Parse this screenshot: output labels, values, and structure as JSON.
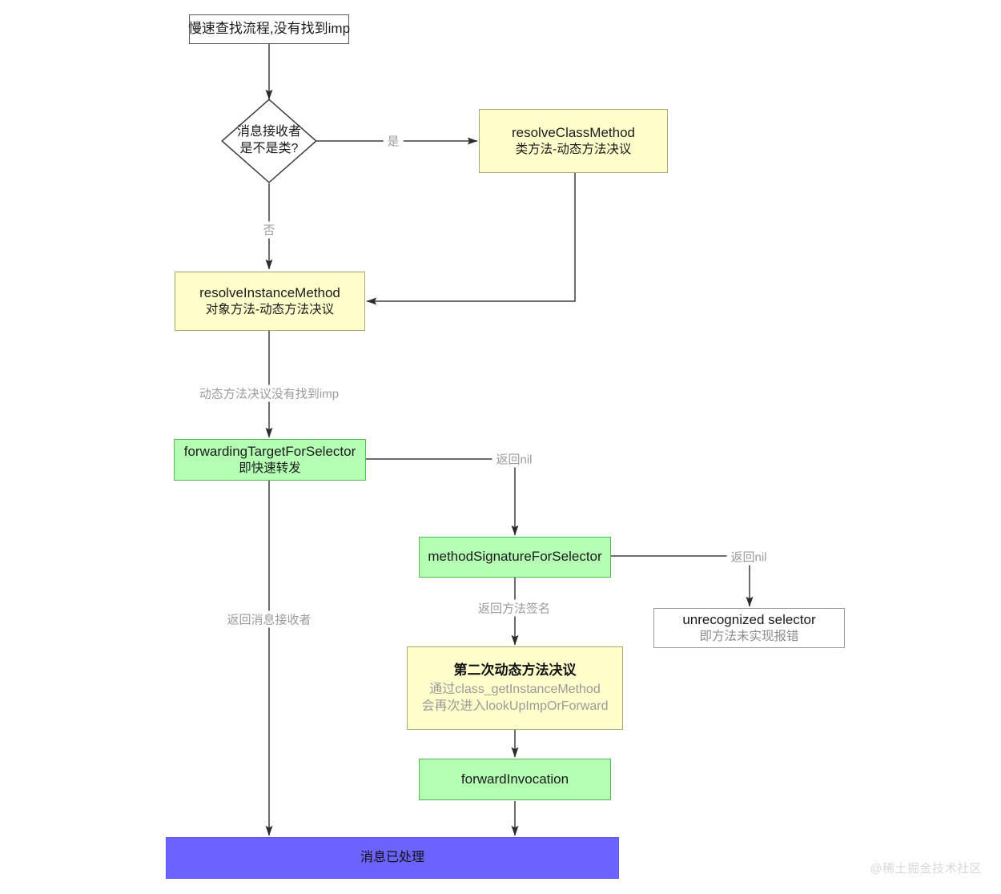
{
  "diagram": {
    "type": "flowchart",
    "title_node": {
      "label": "慢速查找流程,没有找到imp"
    },
    "watermark": "@稀土掘金技术社区",
    "colors": {
      "yellow_fill": "#ffffcc",
      "yellow_border": "#a9a96a",
      "green_fill": "#b4ffb4",
      "green_border": "#57b857",
      "blue_fill": "#6c63ff",
      "plain_fill": "#ffffff",
      "plain_border": "#5a5a5a",
      "edge_stroke": "#3c3c3c",
      "edge_label_color": "#9b9b9b"
    },
    "nodes": [
      {
        "id": "start",
        "shape": "rect",
        "style": "plain",
        "title": "慢速查找流程,没有找到imp",
        "sub": ""
      },
      {
        "id": "is-class",
        "shape": "diamond",
        "style": "plain",
        "title": "消息接收者",
        "sub": "是不是类?"
      },
      {
        "id": "resolve-class-method",
        "shape": "rect",
        "style": "yellow",
        "title": "resolveClassMethod",
        "sub": "类方法-动态方法决议"
      },
      {
        "id": "resolve-instance-method",
        "shape": "rect",
        "style": "yellow",
        "title": "resolveInstanceMethod",
        "sub": "对象方法-动态方法决议"
      },
      {
        "id": "forwarding-target",
        "shape": "rect",
        "style": "green",
        "title": "forwardingTargetForSelector",
        "sub": "即快速转发"
      },
      {
        "id": "method-signature",
        "shape": "rect",
        "style": "green",
        "title": "methodSignatureForSelector",
        "sub": ""
      },
      {
        "id": "unrecognized-selector",
        "shape": "rect",
        "style": "plain-gray",
        "title": "unrecognized selector",
        "sub": "即方法未实现报错"
      },
      {
        "id": "second-resolution",
        "shape": "rect",
        "style": "yellow",
        "title": "第二次动态方法决议",
        "sub_line1": "通过class_getInstanceMethod",
        "sub_line2": "会再次进入lookUpImpOrForward"
      },
      {
        "id": "forward-invocation",
        "shape": "rect",
        "style": "green",
        "title": "forwardInvocation",
        "sub": ""
      },
      {
        "id": "message-handled",
        "shape": "rect",
        "style": "blue",
        "title": "消息已处理",
        "sub": ""
      }
    ],
    "edges": [
      {
        "id": "e1",
        "from": "start",
        "to": "is-class",
        "label": ""
      },
      {
        "id": "e2",
        "from": "is-class",
        "to": "resolve-class-method",
        "label": "是"
      },
      {
        "id": "e3",
        "from": "is-class",
        "to": "resolve-instance-method",
        "label": "否"
      },
      {
        "id": "e4",
        "from": "resolve-class-method",
        "to": "resolve-instance-method",
        "label": ""
      },
      {
        "id": "e5",
        "from": "resolve-instance-method",
        "to": "forwarding-target",
        "label": "动态方法决议没有找到imp"
      },
      {
        "id": "e6",
        "from": "forwarding-target",
        "to": "method-signature",
        "label": "返回nil"
      },
      {
        "id": "e7",
        "from": "forwarding-target",
        "to": "message-handled",
        "label": "返回消息接收者"
      },
      {
        "id": "e8",
        "from": "method-signature",
        "to": "unrecognized-selector",
        "label": "返回nil"
      },
      {
        "id": "e9",
        "from": "method-signature",
        "to": "second-resolution",
        "label": "返回方法签名"
      },
      {
        "id": "e10",
        "from": "second-resolution",
        "to": "forward-invocation",
        "label": ""
      },
      {
        "id": "e11",
        "from": "forward-invocation",
        "to": "message-handled",
        "label": ""
      }
    ],
    "edge_labels": {
      "yes": "是",
      "no": "否",
      "dynamic_not_found": "动态方法决议没有找到imp",
      "return_nil_1": "返回nil",
      "return_receiver": "返回消息接收者",
      "return_nil_2": "返回nil",
      "return_signature": "返回方法签名"
    }
  }
}
